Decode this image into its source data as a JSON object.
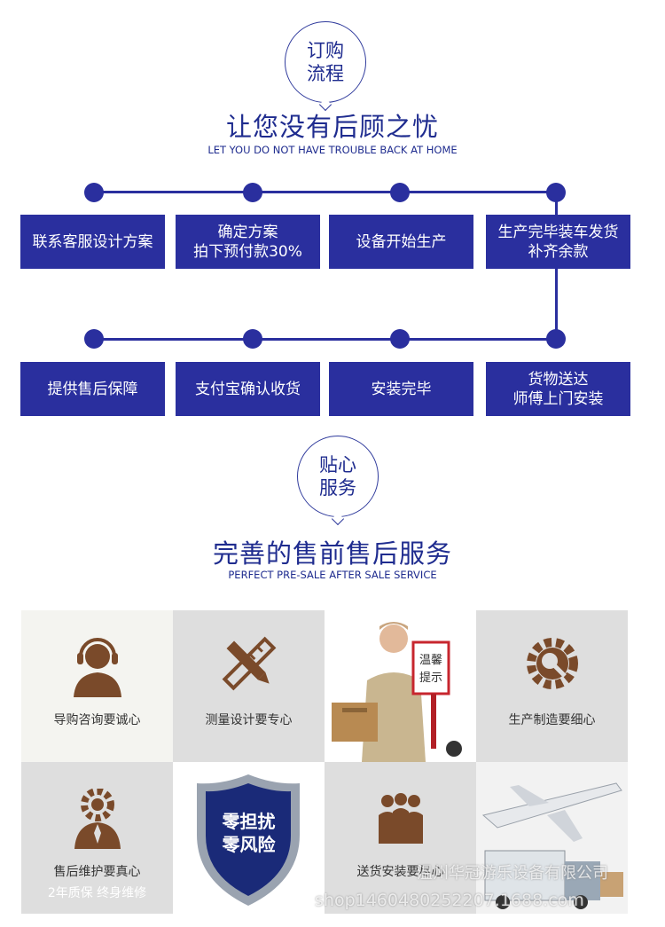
{
  "order_section": {
    "badge": "订购\n流程",
    "title": "让您没有后顾之忧",
    "subtitle": "LET YOU DO NOT HAVE TROUBLE BACK AT HOME",
    "steps_row1": [
      "联系客服设计方案",
      "确定方案\n拍下预付款30%",
      "设备开始生产",
      "生产完毕装车发货\n补齐余款"
    ],
    "steps_row2": [
      "提供售后保障",
      "支付宝确认收货",
      "安装完毕",
      "货物送达\n师傅上门安装"
    ]
  },
  "service_section": {
    "badge": "贴心\n服务",
    "title": "完善的售前售后服务",
    "subtitle": "PERFECT PRE-SALE AFTER SALE SERVICE",
    "cells": {
      "c1": "导购咨询要诚心",
      "c2": "测量设计要专心",
      "c3_note": "温馨\n提示",
      "c4": "生产制造要细心",
      "c5": "售后维护要真心",
      "c5_sub": "2年质保 终身维修",
      "c6_shield": "零担扰\n零风险",
      "c7": "送货安装要尽心"
    }
  },
  "watermark": {
    "line1": "温州华冠游乐设备有限公司",
    "line2": "shop1460480252207.1688.com"
  },
  "colors": {
    "primary": "#2a2f9e",
    "brown": "#7a4a2a",
    "grey": "#dedede"
  }
}
